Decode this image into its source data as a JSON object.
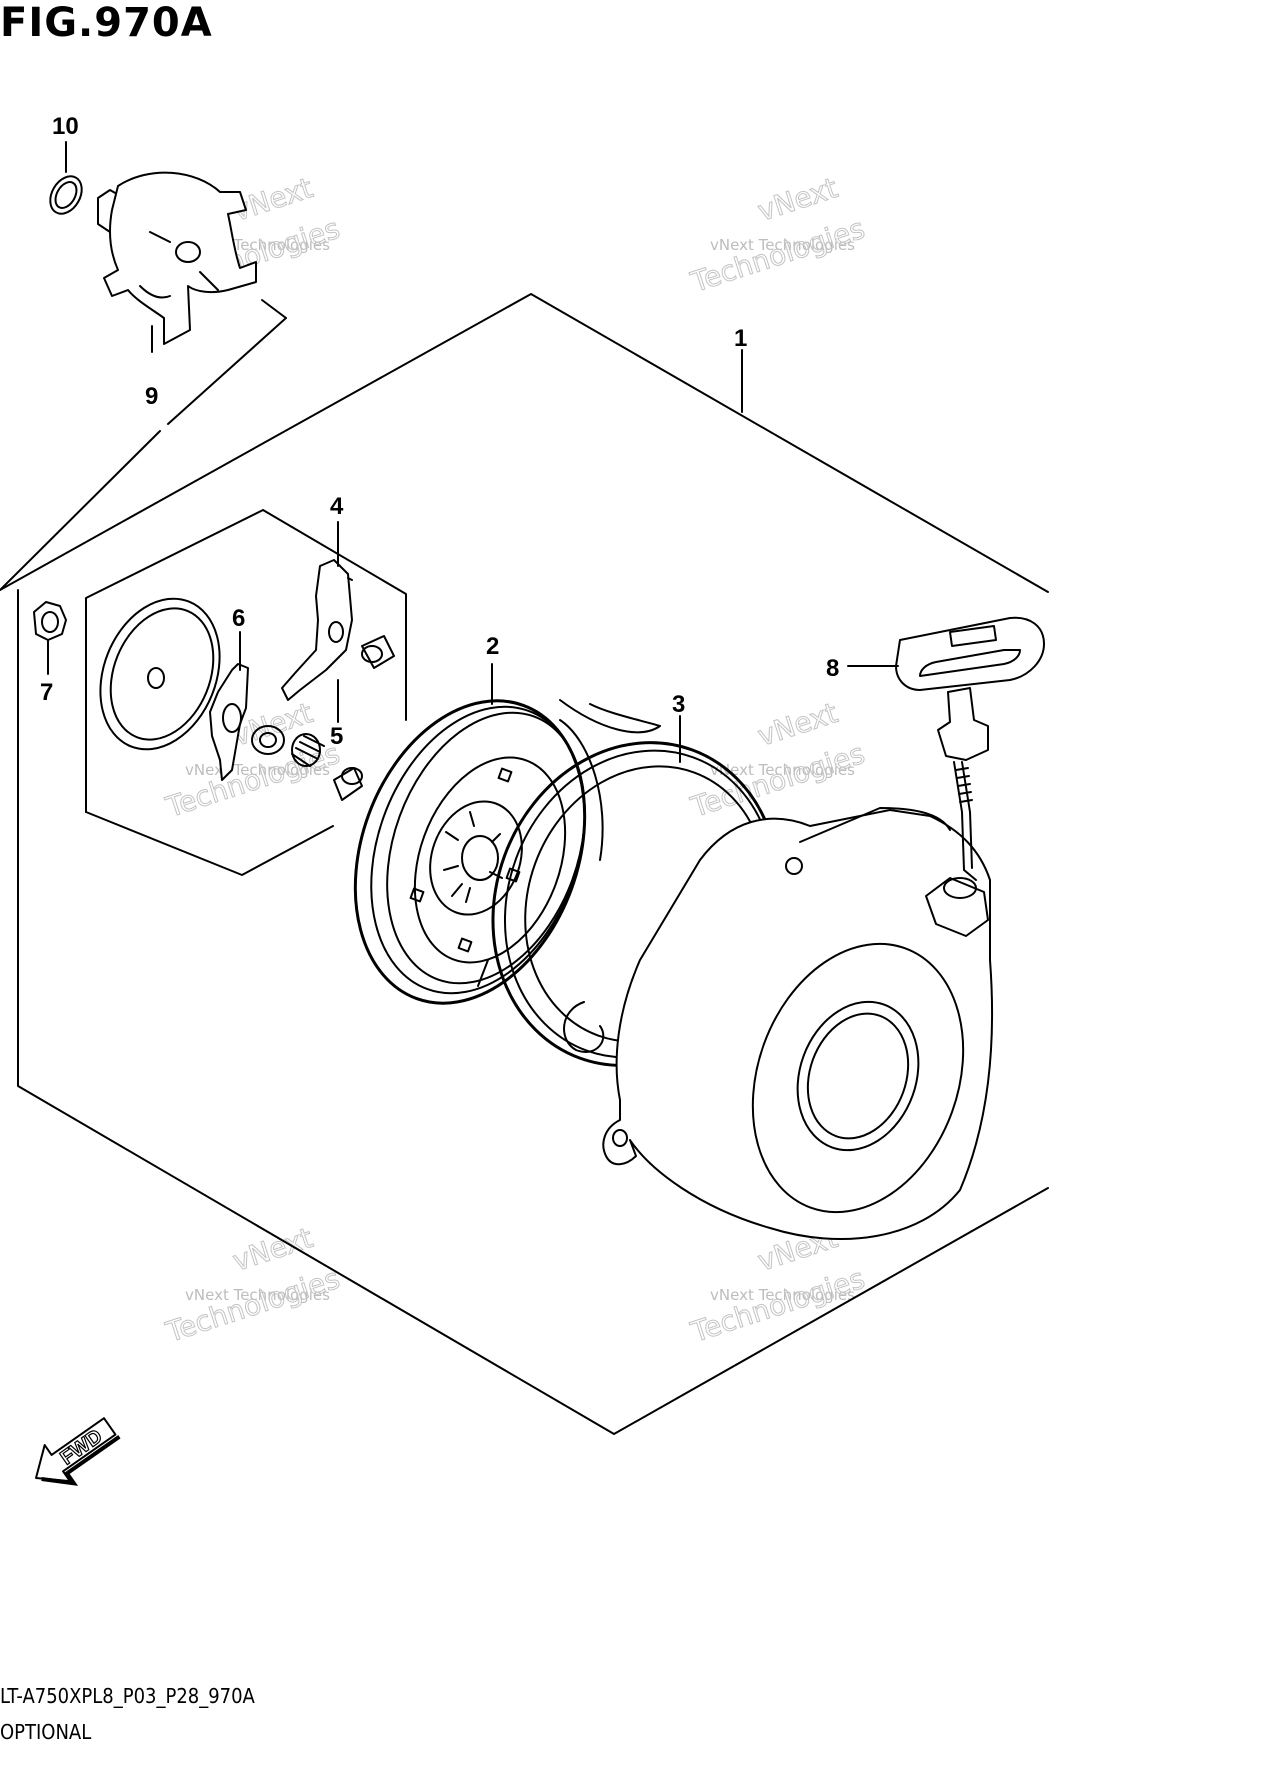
{
  "figure_title": "FIG.970A",
  "callouts": [
    {
      "id": "c1",
      "label": "1"
    },
    {
      "id": "c2",
      "label": "2"
    },
    {
      "id": "c3",
      "label": "3"
    },
    {
      "id": "c4",
      "label": "4"
    },
    {
      "id": "c5",
      "label": "5"
    },
    {
      "id": "c6",
      "label": "6"
    },
    {
      "id": "c7",
      "label": "7"
    },
    {
      "id": "c8",
      "label": "8"
    },
    {
      "id": "c9",
      "label": "9"
    },
    {
      "id": "c10",
      "label": "10"
    }
  ],
  "direction_arrow": {
    "label": "FWD",
    "icon": "fwd-arrow-icon"
  },
  "footer": {
    "code": "LT-A750XPL8_P03_P28_970A",
    "note": "OPTIONAL"
  },
  "watermark": {
    "line1": "vNext Technologies",
    "line2a": "vNext",
    "line2b": "Technologies"
  }
}
